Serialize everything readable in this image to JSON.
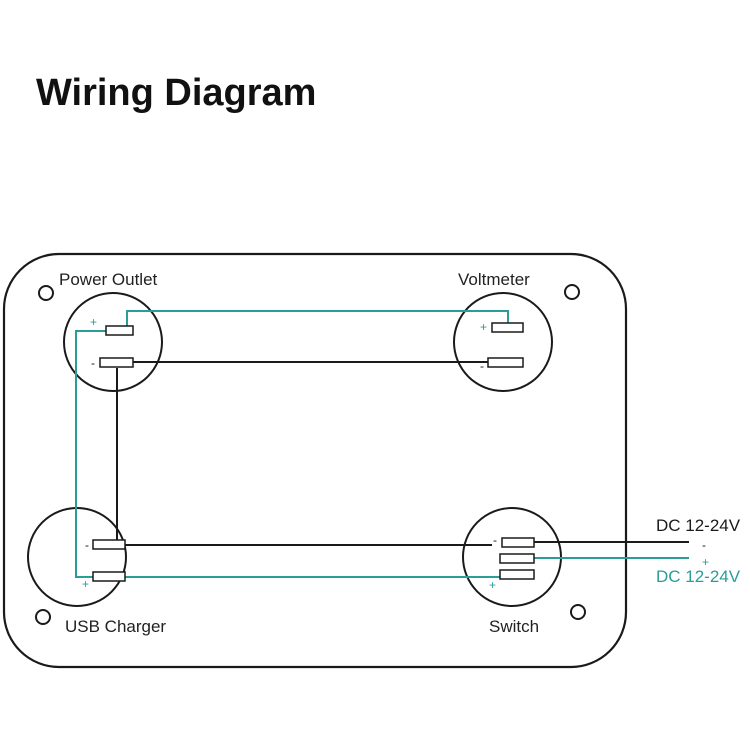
{
  "title": "Wiring Diagram",
  "colors": {
    "positive_wire": "#2a9d97",
    "negative_wire": "#1a1a1a",
    "outline": "#1a1a1a"
  },
  "components": {
    "power_outlet": {
      "label": "Power Outlet",
      "plus": "+",
      "minus": "-"
    },
    "voltmeter": {
      "label": "Voltmeter",
      "plus": "+",
      "minus": "-"
    },
    "usb_charger": {
      "label": "USB Charger",
      "plus": "+",
      "minus": "-"
    },
    "switch": {
      "label": "Switch",
      "plus": "+",
      "minus": "-"
    }
  },
  "supply": {
    "negative_label": "DC 12-24V",
    "negative_sign": "-",
    "positive_sign": "+",
    "positive_label": "DC 12-24V"
  }
}
